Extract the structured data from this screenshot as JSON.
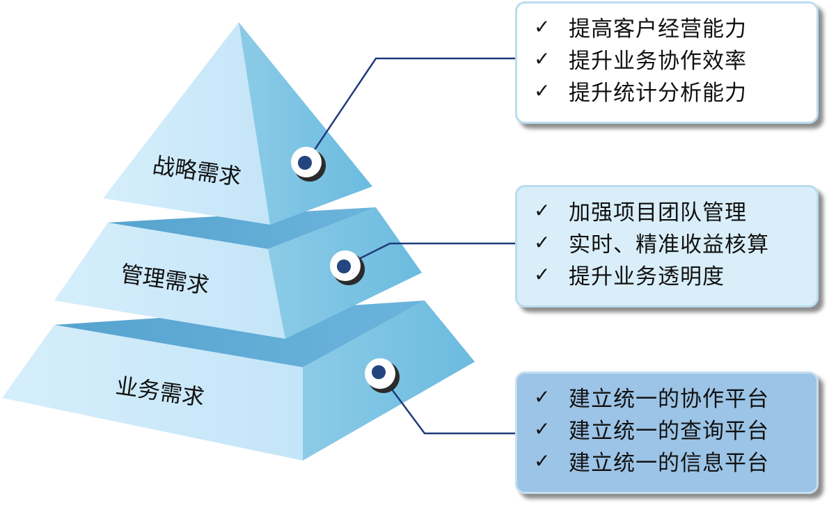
{
  "tiers": {
    "strategy": "战略需求",
    "management": "管理需求",
    "business": "业务需求"
  },
  "boxes": {
    "top": [
      "提高客户经营能力",
      "提升业务协作效率",
      "提升统计分析能力"
    ],
    "mid": [
      "加强项目团队管理",
      "实时、精准收益核算",
      "提升业务透明度"
    ],
    "bot": [
      "建立统一的协作平台",
      "建立统一的查询平台",
      "建立统一的信息平台"
    ]
  },
  "check_mark": "✓",
  "colors": {
    "face_light": "#cde9f9",
    "face_dark": "#7cc2e0",
    "slab": "#5aaad3",
    "connector": "#1f3a7a",
    "dot": "#23467f"
  }
}
